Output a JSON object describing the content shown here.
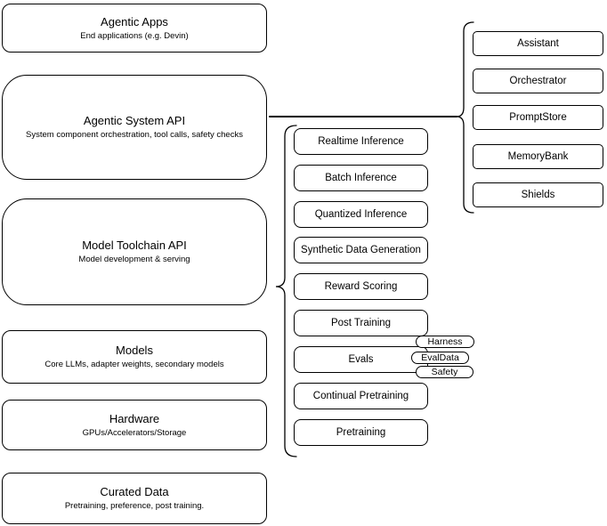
{
  "colors": {
    "stroke": "#000000",
    "fill": "#ffffff",
    "text": "#000000"
  },
  "left_stack": [
    {
      "title": "Agentic Apps",
      "subtitle": "End applications (e.g. Devin)"
    },
    {
      "title": "Agentic System API",
      "subtitle": "System component orchestration, tool calls, safety checks"
    },
    {
      "title": "Model Toolchain API",
      "subtitle": "Model development & serving"
    },
    {
      "title": "Models",
      "subtitle": "Core LLMs, adapter weights, secondary models"
    },
    {
      "title": "Hardware",
      "subtitle": "GPUs/Accelerators/Storage"
    },
    {
      "title": "Curated Data",
      "subtitle": "Pretraining, preference, post training."
    }
  ],
  "toolchain_items": [
    "Realtime Inference",
    "Batch Inference",
    "Quantized Inference",
    "Synthetic Data Generation",
    "Reward Scoring",
    "Post Training",
    "Evals",
    "Continual Pretraining",
    "Pretraining"
  ],
  "evals_tags": [
    "Harness",
    "EvalData",
    "Safety"
  ],
  "system_components": [
    "Assistant",
    "Orchestrator",
    "PromptStore",
    "MemoryBank",
    "Shields"
  ]
}
